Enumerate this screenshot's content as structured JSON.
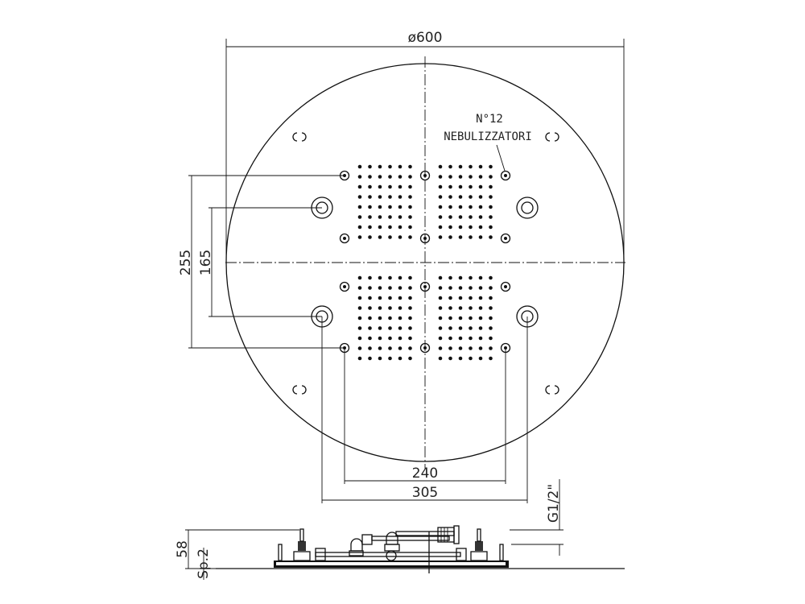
{
  "drawing": {
    "diameter_label": "ø600",
    "nozzle_count_label": "N°12",
    "nozzle_name_label": "NEBULIZZATORI",
    "dim_255": "255",
    "dim_165": "165",
    "dim_240": "240",
    "dim_305": "305",
    "thread_label": "G1/2\"",
    "height_label": "58",
    "thickness_label": "Sp.2"
  },
  "colors": {
    "line": "#111111",
    "background": "#ffffff"
  }
}
